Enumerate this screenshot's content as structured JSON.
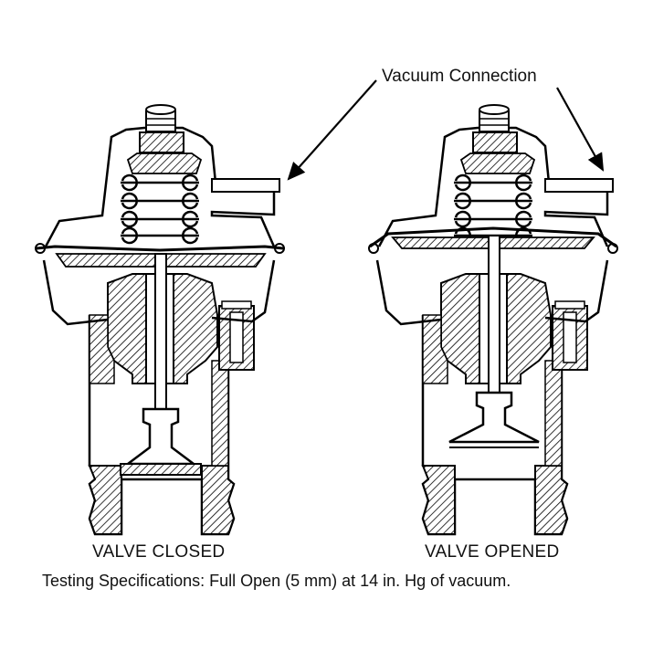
{
  "labels": {
    "vacuum_connection": "Vacuum Connection",
    "valve_closed": "VALVE CLOSED",
    "valve_opened": "VALVE OPENED",
    "testing_specifications": "Testing Specifications:  Full Open (5 mm) at 14 in. Hg of vacuum."
  },
  "valves": [
    {
      "id": "closed",
      "state": "closed"
    },
    {
      "id": "opened",
      "state": "opened"
    }
  ],
  "colors": {
    "line": "#000000",
    "background": "#ffffff"
  }
}
